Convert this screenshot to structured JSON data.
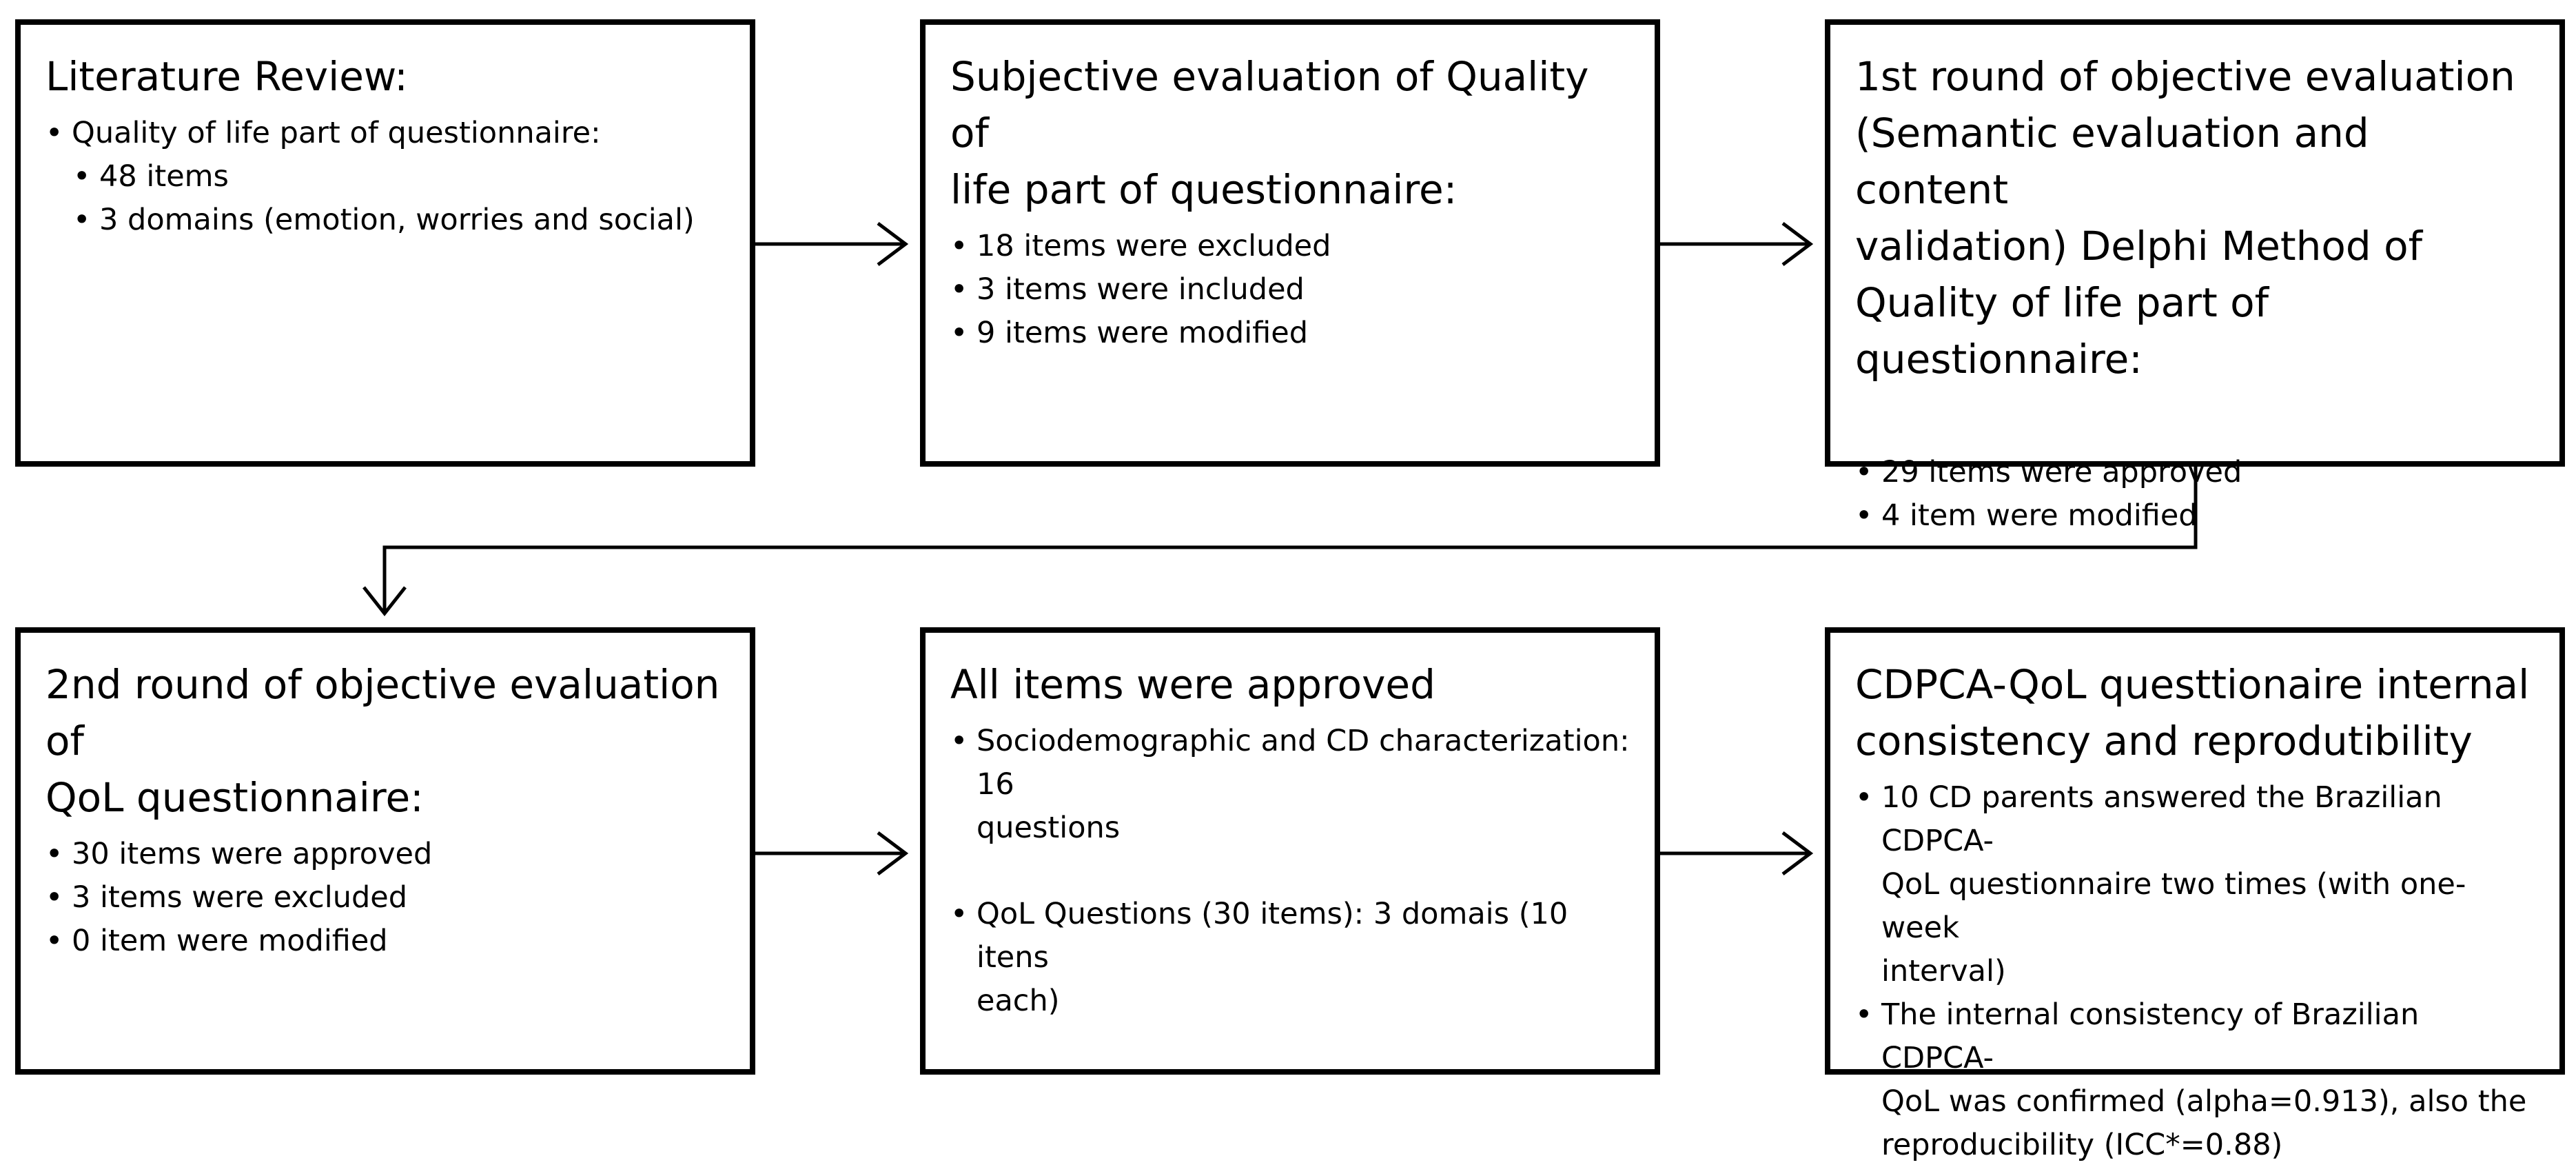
{
  "boxes": {
    "literature": {
      "title": "Literature Review:",
      "item": "Quality of life part  of questionnaire:",
      "subitems": [
        "48 items",
        "3 domains (emotion, worries and social)"
      ]
    },
    "subjective": {
      "title_line1": "Subjective evaluation of Quality of",
      "title_line2": "life part  of questionnaire:",
      "items": [
        "18 items were excluded",
        "3  items were included",
        "9 items were modified"
      ]
    },
    "delphi1": {
      "title_line1": "1st round of objective evaluation",
      "title_line2": "(Semantic evaluation and content",
      "title_line3": "validation) Delphi Method of",
      "title_line4": "Quality of life part  of questionnaire:",
      "items": [
        "29 items were approved",
        "4 item were modified"
      ]
    },
    "round2": {
      "title_line1": "2nd round of objective evaluation of",
      "title_line2": "QoL questionnaire:",
      "items": [
        "30 items were approved",
        "3 items were excluded",
        "0 item were modified"
      ]
    },
    "approved": {
      "title": "All items were approved",
      "item1_line1": "Sociodemographic and CD characterization: 16",
      "item1_line2": "questions",
      "item2_line1": "QoL Questions (30 items): 3 domais (10 itens",
      "item2_line2": "each)"
    },
    "cdpca": {
      "title_line1": "CDPCA-QoL questtionaire internal",
      "title_line2": "consistency and reprodutibility",
      "item1_line1": "10 CD parents answered the Brazilian CDPCA-",
      "item1_line2": "QoL  questionnaire two times (with one-week",
      "item1_line3": "interval)",
      "item2_line1": "The internal consistency of Brazilian CDPCA-",
      "item2_line2": "QoL was confirmed (alpha=0.913), also the",
      "item2_line3": "reproducibility (ICC*=0.88)"
    }
  }
}
